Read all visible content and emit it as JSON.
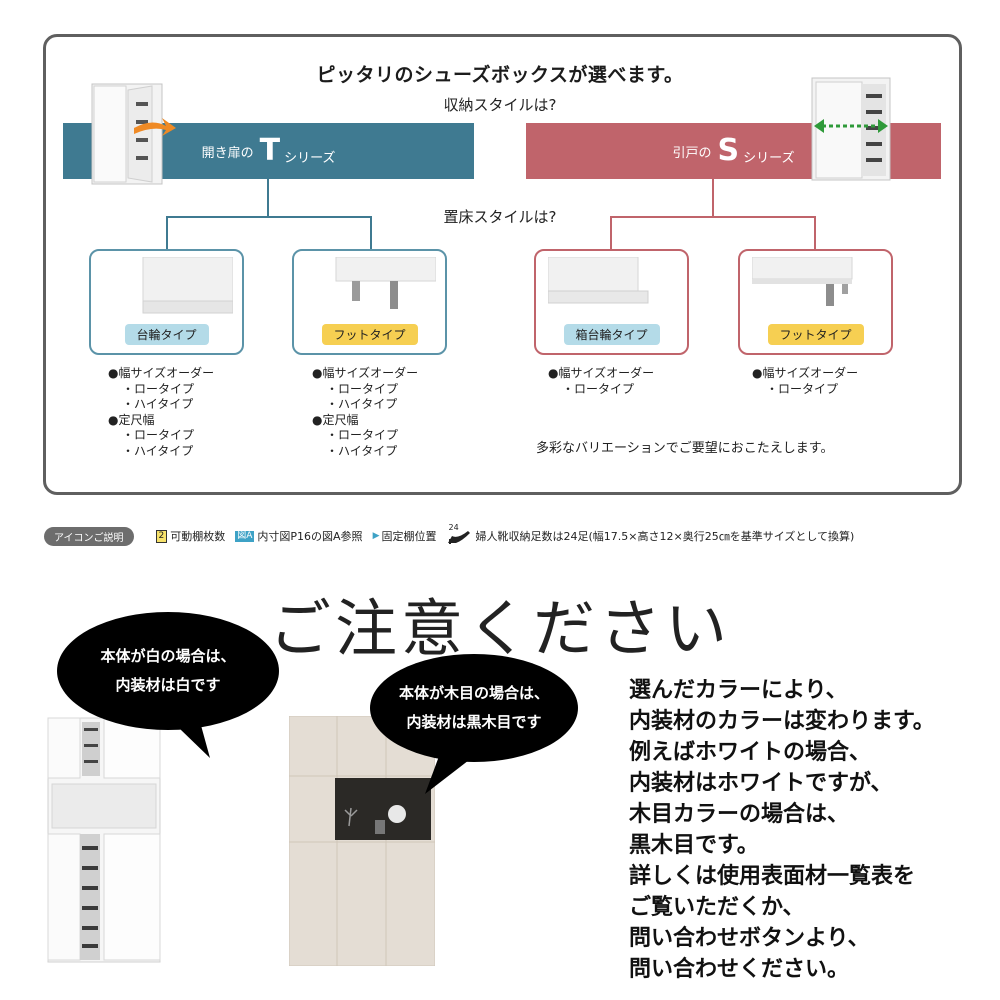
{
  "header": {
    "title": "ピッタリのシューズボックスが選べます。",
    "storage_question": "収納スタイルは?",
    "floor_question": "置床スタイルは?"
  },
  "t_series": {
    "prefix": "開き扉の",
    "letter": "T",
    "suffix": "シリーズ",
    "cards": [
      {
        "label": "台輪タイプ",
        "pill_color": "#b4dbe8",
        "specs": [
          "●幅サイズオーダー",
          "・ロータイプ",
          "・ハイタイプ",
          "●定尺幅",
          "・ロータイプ",
          "・ハイタイプ"
        ]
      },
      {
        "label": "フットタイプ",
        "pill_color": "#f6cf52",
        "specs": [
          "●幅サイズオーダー",
          "・ロータイプ",
          "・ハイタイプ",
          "●定尺幅",
          "・ロータイプ",
          "・ハイタイプ"
        ]
      }
    ]
  },
  "s_series": {
    "prefix": "引戸の",
    "letter": "S",
    "suffix": "シリーズ",
    "cards": [
      {
        "label": "箱台輪タイプ",
        "pill_color": "#b4dbe8",
        "specs": [
          "●幅サイズオーダー",
          "・ロータイプ"
        ]
      },
      {
        "label": "フットタイプ",
        "pill_color": "#f6cf52",
        "specs": [
          "●幅サイズオーダー",
          "・ロータイプ"
        ]
      }
    ],
    "variation_note": "多彩なバリエーションでご要望におこたえします。"
  },
  "legend": {
    "pill": "アイコンご説明",
    "shelf_icon": "2",
    "shelf_text": "可動棚枚数",
    "fig_icon": "図A",
    "fig_text": "内寸図P16の図A参照",
    "fixed_text": "固定棚位置",
    "shoe_count": "24",
    "shoe_text": "婦人靴収納足数は24足(幅17.5×高さ12×奥行25㎝を基準サイズとして換算)"
  },
  "notice": {
    "title": "ご注意ください",
    "bubble_white": [
      "本体が白の場合は、",
      "内装材は白です"
    ],
    "bubble_wood": [
      "本体が木目の場合は、",
      "内装材は黒木目です"
    ],
    "body_lines": [
      "選んだカラーにより、",
      "内装材のカラーは変わります。",
      "例えばホワイトの場合、",
      "内装材はホワイトですが、",
      "木目カラーの場合は、",
      "黒木目です。",
      "詳しくは使用表面材一覧表を",
      "ご覧いただくか、",
      "問い合わせボタンより、",
      "問い合わせください。"
    ]
  },
  "colors": {
    "t_band": "#3f7a91",
    "s_band": "#c0646b",
    "frame": "#5f5f5f"
  }
}
